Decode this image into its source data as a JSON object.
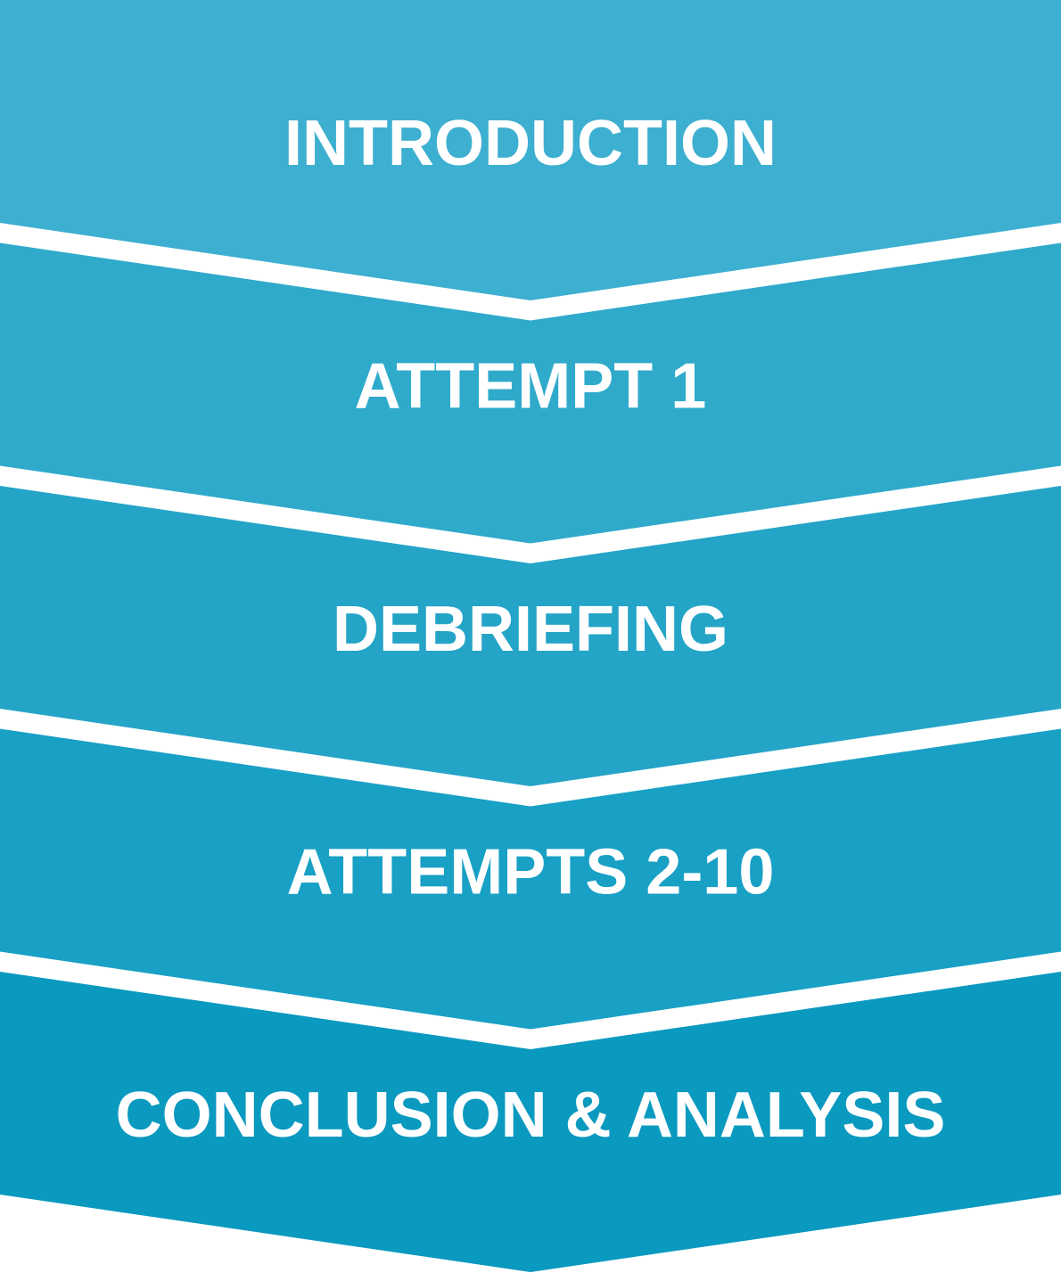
{
  "diagram": {
    "title": "Process stages",
    "stages": [
      {
        "label": "INTRODUCTION",
        "color": "#3dafd0"
      },
      {
        "label": "ATTEMPT 1",
        "color": "#2faacb"
      },
      {
        "label": "DEBRIEFING",
        "color": "#24a4c7"
      },
      {
        "label": "ATTEMPTS 2-10",
        "color": "#18a0c5"
      },
      {
        "label": "CONCLUSION & ANALYSIS",
        "color": "#0a99bf"
      }
    ]
  }
}
